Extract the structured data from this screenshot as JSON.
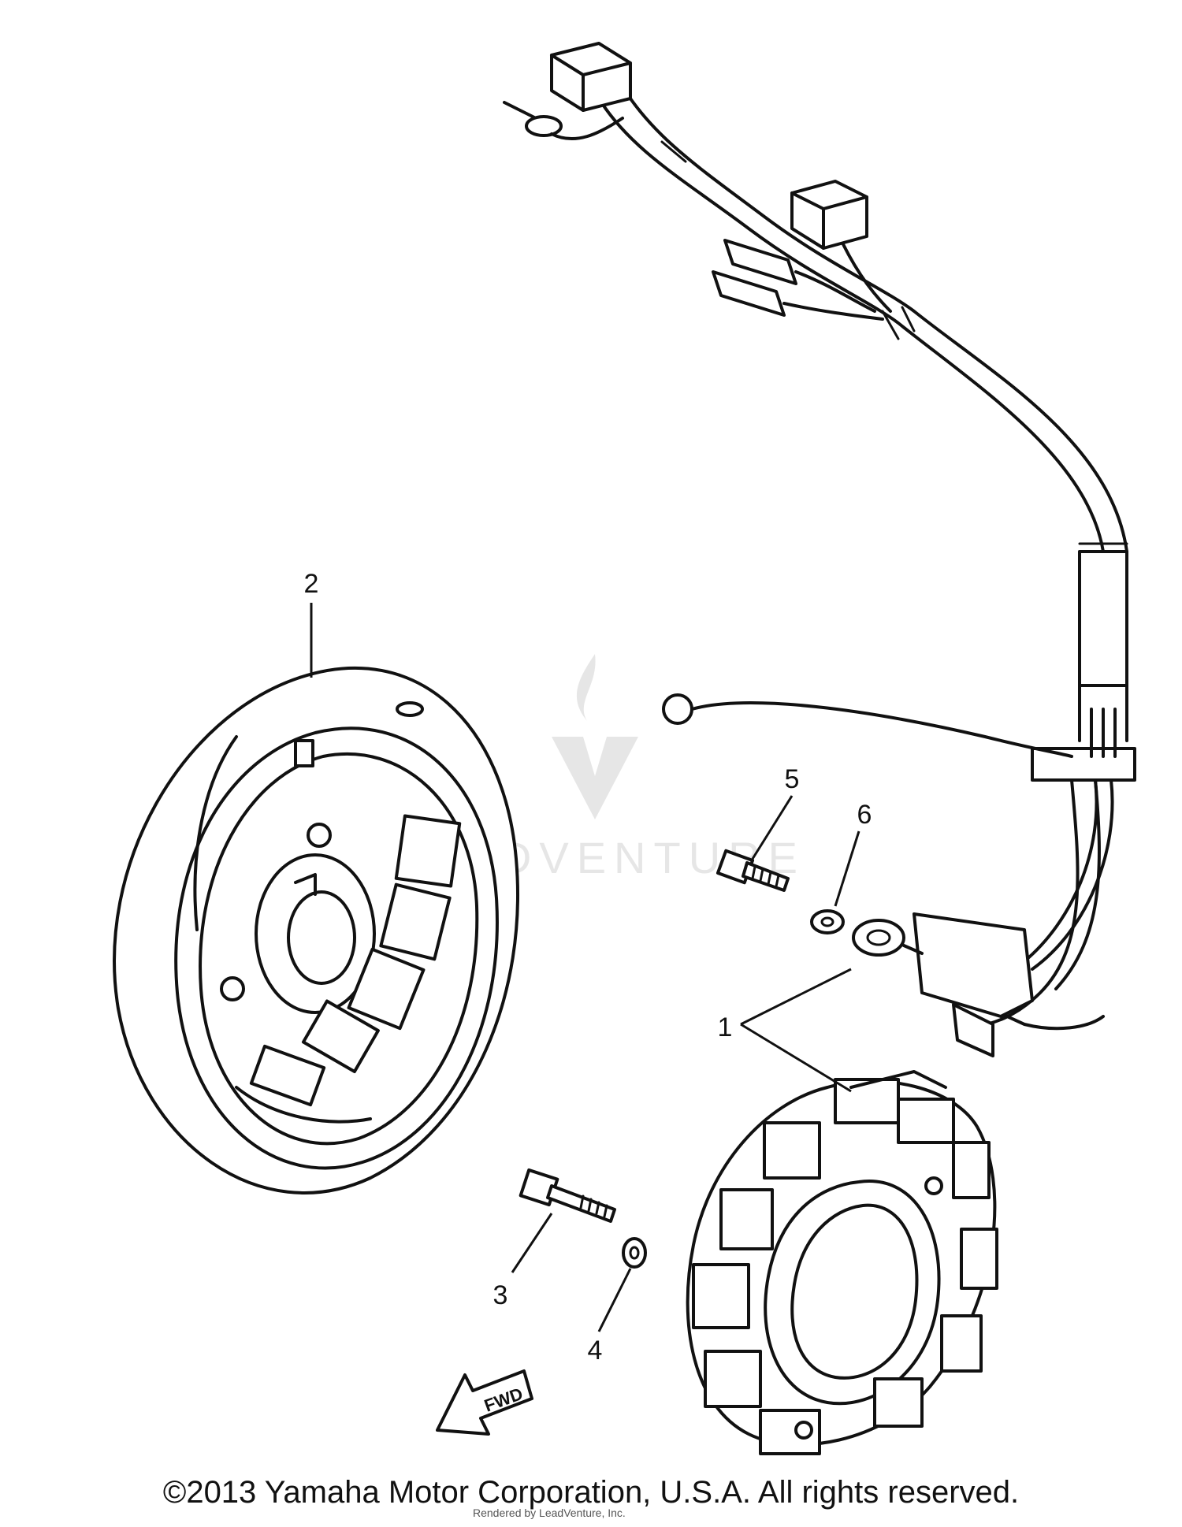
{
  "callouts": {
    "c1": "1",
    "c2": "2",
    "c3": "3",
    "c4": "4",
    "c5": "5",
    "c6": "6"
  },
  "fwd_label": "FWD",
  "watermark": "LEADVENTURE",
  "copyright": "©2013 Yamaha Motor Corporation, U.S.A. All rights reserved.",
  "rendered_by": "Rendered by LeadVenture, Inc."
}
